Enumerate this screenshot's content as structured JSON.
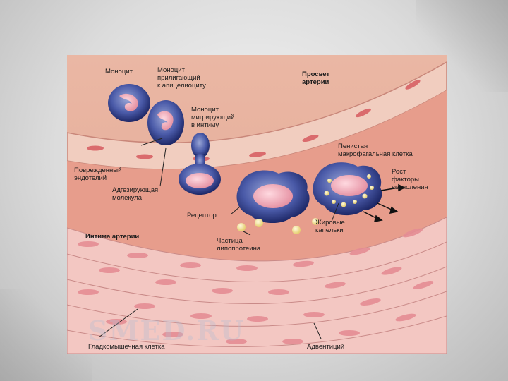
{
  "labels": {
    "monocyte": "Моноцит",
    "monocyte_adhering": "Моноцит\nприлигающий\nк апицелиоциту",
    "lumen": "Просвет\nартерии",
    "monocyte_migrating": "Моноцит\nмигрирующий\nв интиму",
    "damaged_endothelium": "Поврежденный\nэндотелий",
    "adhesion_molecule": "Адгезирующая\nмолекула",
    "foam_cell": "Пенистая\nмакрофагальная клетка",
    "growth_factors": "Рост\nфакторы\nвосполения",
    "receptor": "Рецептор",
    "fat_droplets": "Жировые\nкапельки",
    "intima": "Интима артерии",
    "lipoprotein": "Частица\nлипопротеина",
    "smooth_muscle": "Гладкомышечная клетка",
    "adventitia": "Адвентиций"
  },
  "watermark": "SMED.RU",
  "colors": {
    "panel_bg": "#e9b6a3",
    "vessel_wall": "#f2c4ba",
    "cell_blue": "#3c4f9c",
    "nucleus": "#f3b7c3",
    "lipid": "#f3e6a4"
  }
}
